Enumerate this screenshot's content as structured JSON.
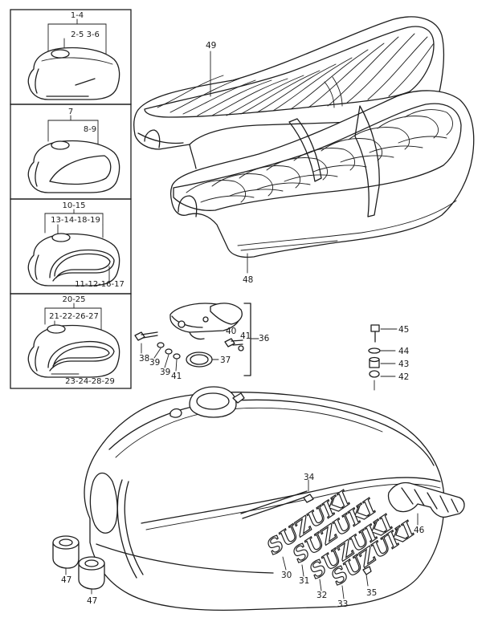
{
  "panels": [
    {
      "top_label": "1-4",
      "sub_label": "2-5  3-6",
      "bottom_label": ""
    },
    {
      "top_label": "7",
      "sub_label": "8-9",
      "bottom_label": ""
    },
    {
      "top_label": "10-15",
      "sub_label": "13-14-18-19",
      "bottom_label": "11-12-16-17"
    },
    {
      "top_label": "20-25",
      "sub_label": "21-22-26-27",
      "bottom_label": "23-24-28-29"
    }
  ],
  "callouts": {
    "p49": "49",
    "p48": "48",
    "p36": "36",
    "p37": "37",
    "p38": "38",
    "p39a": "39",
    "p39b": "39",
    "p40": "40",
    "p41a": "41",
    "p41b": "41",
    "p45": "45",
    "p44": "44",
    "p43": "43",
    "p42": "42",
    "p34": "34",
    "p46": "46",
    "p47a": "47",
    "p47b": "47",
    "p30": "30",
    "p31": "31",
    "p32": "32",
    "p33": "33",
    "p35": "35"
  },
  "emblem_text": "SUZUKI"
}
